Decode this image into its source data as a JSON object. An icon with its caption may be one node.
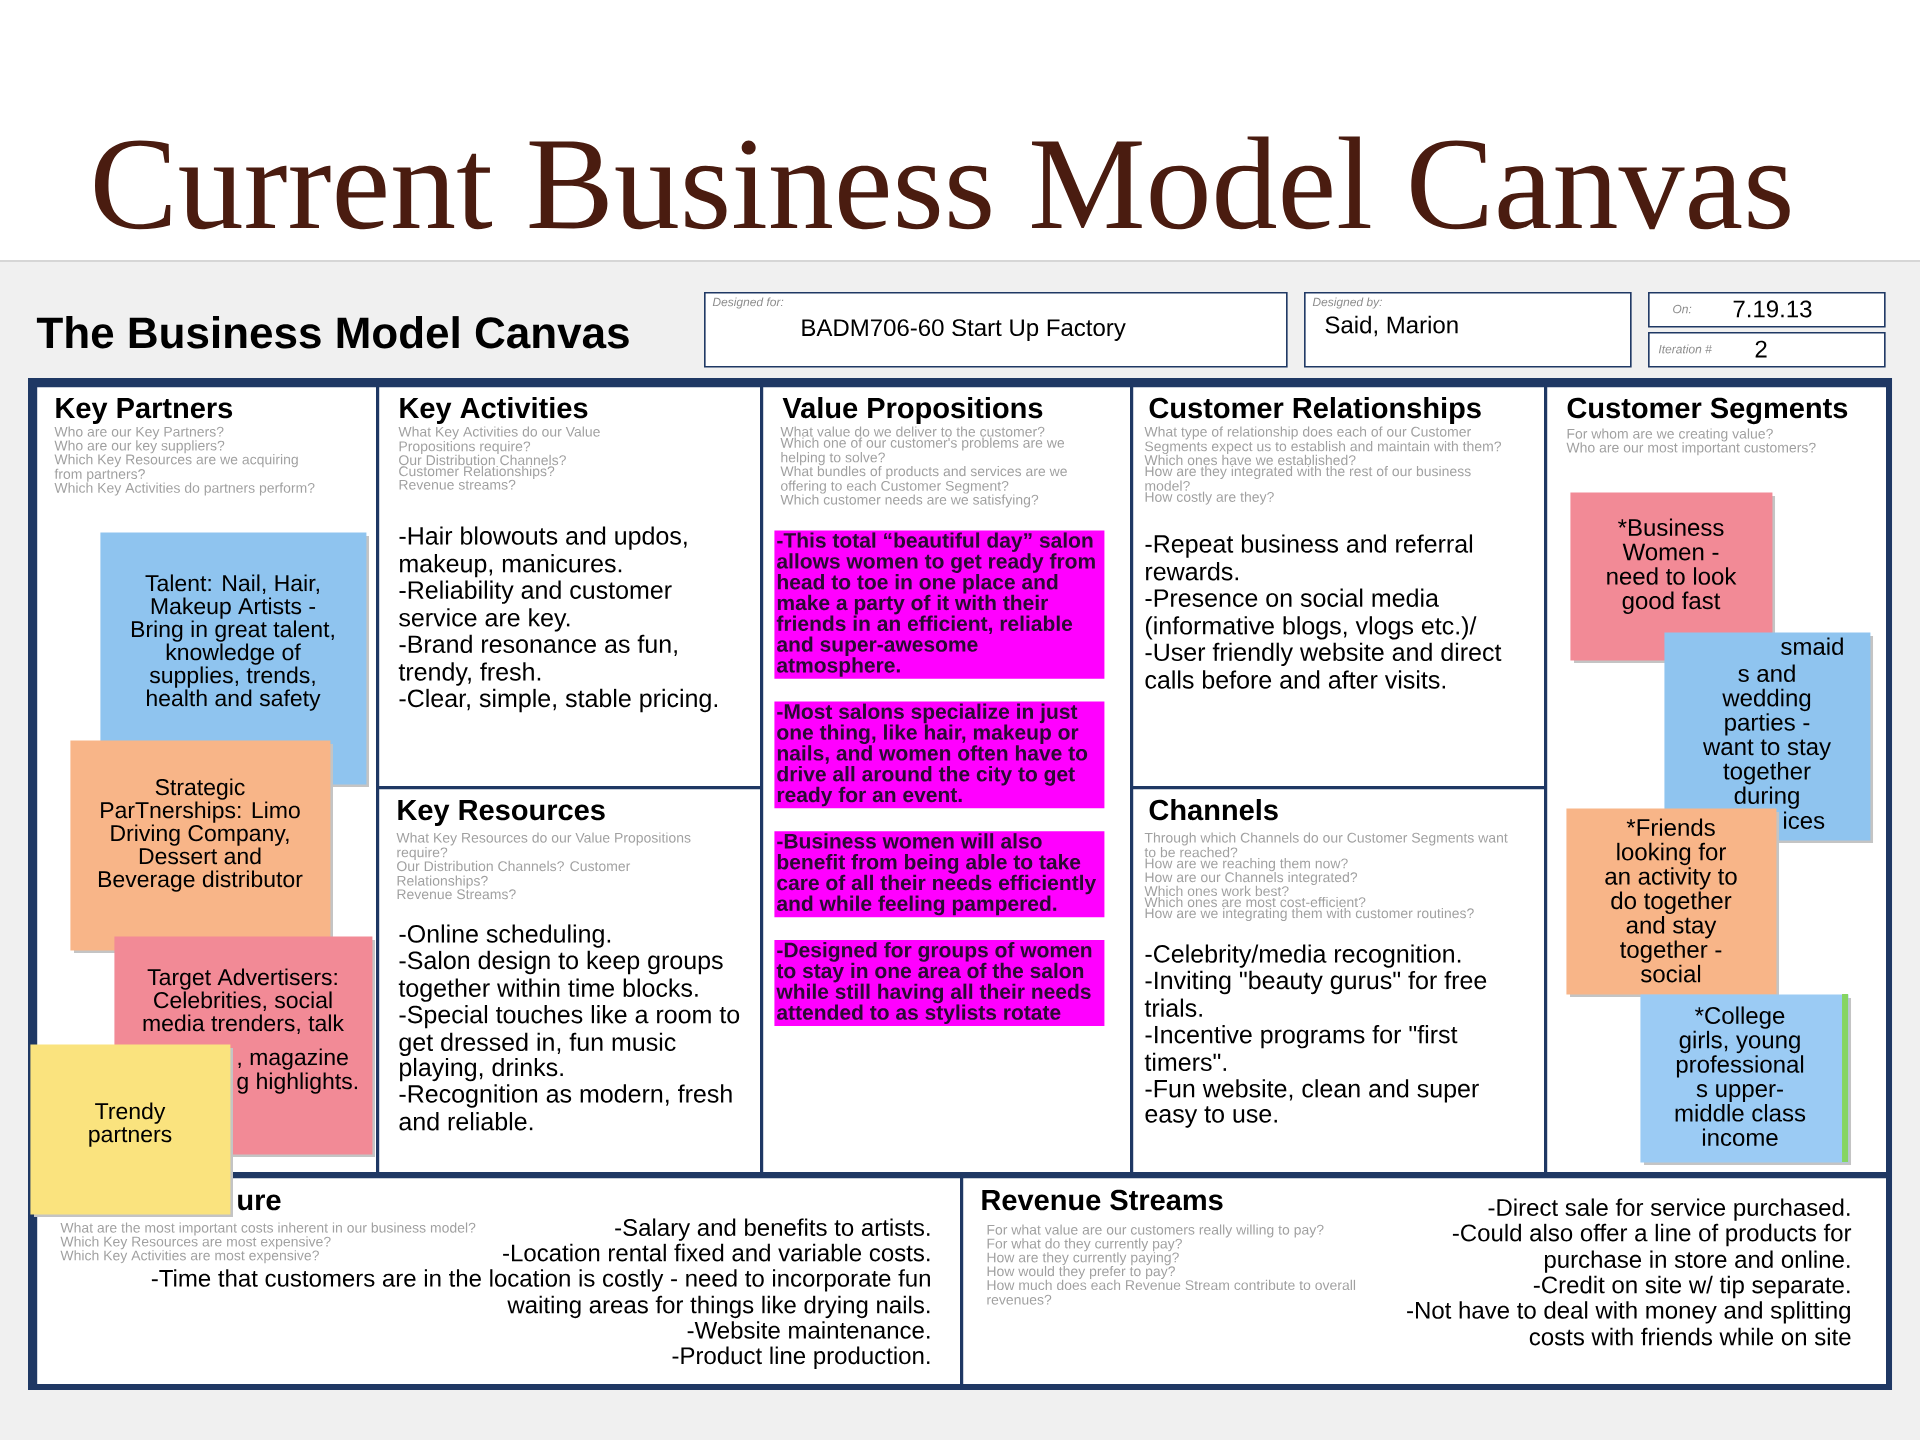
{
  "diagram": {
    "title": "Current Business Model Canvas",
    "nodes": [
      {
        "text": [
          "Designed for:",
          "BADM706-60 Start Up Factory"
        ]
      },
      {
        "text": [
          "Designed by:",
          "Said, Marion"
        ]
      },
      {
        "text": [
          "On:",
          "7.19.13"
        ]
      },
      {
        "text": [
          "Iteration #",
          "2"
        ]
      },
      {
        "text": [
          "Key Partners",
          "Who are our Key Partners?",
          "Who are our key suppliers?",
          "Which Key Resources are we acquiring from partners?",
          "Which Key Activities do partners perform?"
        ]
      },
      {
        "text": [
          "Talent: Nail, Hair, Makeup Artists - Bring in great talent, knowledge of supplies, trends, health and safety"
        ],
        "in": 4
      },
      {
        "text": [
          "Strategic ParTnerships: Limo Driving Company, Dessert and Beverage distributor"
        ],
        "in": 4
      },
      {
        "text": [
          "Target Advertisers: Celebrities, social media trenders, talk",
          ", magazine",
          "g highlights."
        ],
        "in": 4
      },
      {
        "text": [
          "Trendy partners"
        ]
      },
      {
        "text": [
          "Key Activities",
          "What Key Activities do our Value Propositions require?",
          "Our Distribution Channels?",
          "Customer Relationships?",
          "Revenue streams?",
          "-Hair blowouts and updos, makeup, manicures.",
          "-Reliability and customer service are key.",
          "-Brand resonance as fun, trendy, fresh.",
          "-Clear, simple, stable pricing."
        ]
      },
      {
        "text": [
          "Key Resources",
          "What Key Resources do our Value Propositions require?",
          "Our Distribution Channels? Customer Relationships?",
          "Revenue Streams?",
          "-Online scheduling.",
          "-Salon design to keep groups together within time blocks.",
          "-Special touches like a room to get dressed in, fun music playing, drinks.",
          "-Recognition as modern, fresh and reliable."
        ]
      },
      {
        "text": [
          "Value Propositions",
          "What value do we deliver to the customer?",
          "Which one of our customer's problems are we helping to solve?",
          "What bundles of products and services are we offering to each Customer Segment?",
          "Which customer needs are we satisfying?",
          "-This total “beautiful day” salon allows women to get ready from head to toe in one place and make a party of it with their friends in an efficient, reliable and super-awesome atmosphere.",
          "-Most salons specialize in just one thing, like hair, makeup or nails, and women often have to drive all around the city to get ready for an event.",
          "-Business women will also benefit from being able to take care of all their needs efficiently and while feeling pampered.",
          "-Designed for groups of women to stay in one area of the salon while still having all their needs attended to as stylists rotate"
        ]
      },
      {
        "text": [
          "Customer Relationships",
          "What type of relationship does each of our Customer Segments expect us to establish and maintain with them?",
          "Which ones have we established?",
          "How are they integrated with the rest of our business model?",
          "How costly are they?",
          "-Repeat business and referral rewards.",
          "-Presence on social media (informative blogs, vlogs etc.)/",
          "-User friendly website and direct calls before and after visits."
        ]
      },
      {
        "text": [
          "Channels",
          "Through which Channels do our Customer Segments want to be reached?",
          "How are we reaching them now?",
          "How are our Channels integrated?",
          "Which ones work best?",
          "Which ones are most cost-efficient?",
          "How are we integrating them with customer routines?",
          "-Celebrity/media recognition.",
          "-Inviting \"beauty gurus\" for free trials.",
          "-Incentive programs for \"first timers\".",
          "-Fun website, clean and super easy to use."
        ]
      },
      {
        "text": [
          "Customer Segments",
          "For whom are we creating value?",
          "Who are our most important customers?"
        ]
      },
      {
        "text": [
          "*Business Women - need to look good fast"
        ],
        "in": 14
      },
      {
        "text": [
          "smaid",
          "s and wedding parties - want to stay together during",
          "ices"
        ],
        "in": 14
      },
      {
        "text": [
          "*Friends looking for an activity to do together and stay together - social"
        ],
        "in": 14
      },
      {
        "text": [
          "*College girls, young professional s upper-middle class income"
        ],
        "in": 14
      },
      {
        "text": [
          "ure",
          "What are the most important costs inherent in our business model?",
          "Which Key Resources are most expensive?",
          "Which Key Activities are most expensive?",
          "-Salary and benefits to artists.",
          "-Location rental fixed and variable costs.",
          "-Time that customers are in the location is costly - need to incorporate fun waiting areas for things like drying nails.",
          "-Website maintenance.",
          "-Product line production."
        ]
      },
      {
        "text": [
          "Revenue Streams",
          "For what value are our customers really willing to pay?",
          "For what do they currently pay?",
          "How are they currently paying?",
          "How would they prefer to pay?",
          "How much does each Revenue Stream contribute to overall revenues?",
          "-Direct sale for service purchased.",
          "-Could also offer a line of products for purchase in store and online.",
          "-Credit on site w/ tip separate.",
          "-Not have to deal with money and splitting costs with friends while on site"
        ]
      }
    ],
    "labels": [
      "The Business Model Canvas"
    ]
  }
}
